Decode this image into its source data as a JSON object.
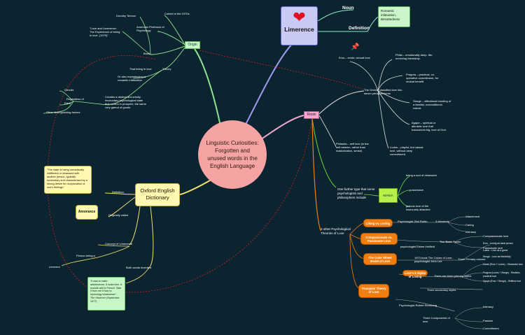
{
  "center": {
    "title": "Linguistic Curiosities: Forgotten and unused words in the English Language"
  },
  "limerence": {
    "title": "Limerence",
    "icon": "heart-icon",
    "noun_label": "Noun",
    "definition_label": "Definition",
    "definition_text": "Romantic infatuation, Besottedness"
  },
  "origin": {
    "label": "Origin",
    "coined": "Coined in the 1970s",
    "professor": "American Professor of Psychology",
    "dorothy": "Dorothy Tennov",
    "book_title": "\"Love and Limerence: The Experience of being in love. (1979)\"",
    "book": "Book",
    "theory": "Theory",
    "that_being": "That being in love",
    "or_also": "Or also experiencing a romantic infatuation",
    "creates": "Creates a distinct and wholly involuntary psychological state that covers in prospect, the same very gamut of goods",
    "gender": "Gender",
    "race": "Race",
    "regardless": "Regardless of",
    "other_factors": "Other distinguishing factors"
  },
  "roots": {
    "label": "Roots",
    "eros": "Eros – erotic, sexual love",
    "greeks": "The Greeks classified love into seven principal forms",
    "philia": "Philia – emotionally deep, life-enriching friendship.",
    "pragma": "Pragma – practical, co-operative commitment, for mutual benefit",
    "storge": "Storge – affectional bonding of a familial, unconditional nature.",
    "agape": "Agape – spiritual or altruistic love that transcends big, love of God.",
    "ludus": "Ludus – playful, but casual love, without deep commitment.",
    "philautia": "Philautia – self love (in the self esteem, rather than masturbation, sense)",
    "one_further": "One further type that some psychologists and philosophers include",
    "mania": "MANIA",
    "obsessive": "being a sort of obsessive",
    "possessive": "possessive",
    "jealous": "jealous love of the insecurely attached",
    "other_theories": "3 other Psychological Theories of Love"
  },
  "theories": [
    {
      "name": "Liking vs. Loving",
      "author": "Psychologist Zick Rubin",
      "scale": "3 elements",
      "elements": [
        "Attachment",
        "Caring",
        "Intimacy"
      ]
    },
    {
      "name": "Compassionate vs. Passionate Love",
      "author": "psychologist Elaine Hatfield",
      "types": "Two Basic Types",
      "items": [
        "Compassionate love",
        "Passionate love"
      ]
    },
    {
      "name": "The Color Wheel Model of Love",
      "author": "1973 book The Colors of Love, psychologist John Lee",
      "primary": "Three Primary colours",
      "primary_items": [
        "Eros - Loving an ideal person",
        "Ludus - Love as a game",
        "Storge - Love as friendship"
      ],
      "secondary": "Love's 6 Styles of Loving",
      "pairs": "There are three primary styles",
      "secondary_label": "Three secondary styles",
      "secondary_items": [
        "Mania (Eros + Ludus) - Obsessive love",
        "Pragma (Ludus + Storge) - Realistic, practical love",
        "Agape (Eros + Storge) - Selfless love"
      ]
    },
    {
      "name": "Triangular Theory of Love",
      "author": "Psychologist Robert Sternberg",
      "components": "Three Components of love",
      "items": [
        "Intimacy",
        "Passion",
        "Commitment"
      ]
    }
  ],
  "oed": {
    "title": "Oxford English Dictionary",
    "definition_label": "Definition",
    "definition_text": "\"The state of being romantically indifferent or obsessed with another person, typically involuntary and characterised by a strong desire for reciprocation of one's feelings\"",
    "originally_called": "Originally called",
    "amorance": "Amorance",
    "concept": "Concept of Limerence",
    "person_being": "Person being a",
    "limerent": "Limerent",
    "both_invented": "Both words invented",
    "quote": "\"It was to make adolescence. It looks nice. It sounds well in French. Take it from me it has no etymology whatsoever\" - The Observer (September 1977)"
  }
}
